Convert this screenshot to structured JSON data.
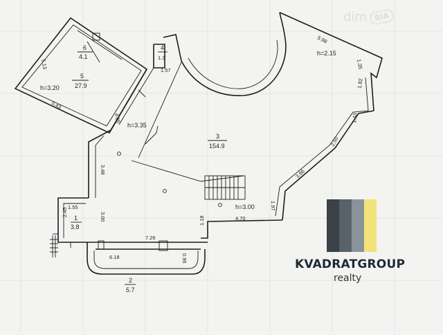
{
  "watermark": {
    "text": "dim",
    "badge": "RIA"
  },
  "rooms": [
    {
      "id": "1",
      "number": "1",
      "area": "3.8"
    },
    {
      "id": "2",
      "number": "2",
      "area": "5.7"
    },
    {
      "id": "3",
      "number": "3",
      "area": "154.9"
    },
    {
      "id": "4",
      "number": "4",
      "area": "1.3"
    },
    {
      "id": "5",
      "number": "5",
      "area": "27.9"
    },
    {
      "id": "6",
      "number": "6",
      "area": "4.1"
    }
  ],
  "heights": {
    "room3": "h=3.35",
    "room5": "h=3.20",
    "lower": "h=3.00",
    "round": "h=2.15"
  },
  "dimensions": {
    "d513": "5.13",
    "d543": "5.43",
    "d405": "4.05",
    "d157": "1.57",
    "d598": "5.98",
    "d135": "1.35",
    "d182": "1.82",
    "d143": "1.43",
    "d250": "2.50",
    "d386": "3.86",
    "d197": "1.97",
    "d470": "4.70",
    "d348": "3.48",
    "d300": "3.00",
    "d155": "1.55",
    "d245": "2.45",
    "d118": "1.18",
    "d726": "7.26",
    "d618": "6.18",
    "d095": "0.95"
  },
  "brand": {
    "name": "KVADRATGROUP",
    "tagline": "realty",
    "colors": [
      "#3b4147",
      "#58626b",
      "#8a9399",
      "#f2e27a"
    ]
  }
}
